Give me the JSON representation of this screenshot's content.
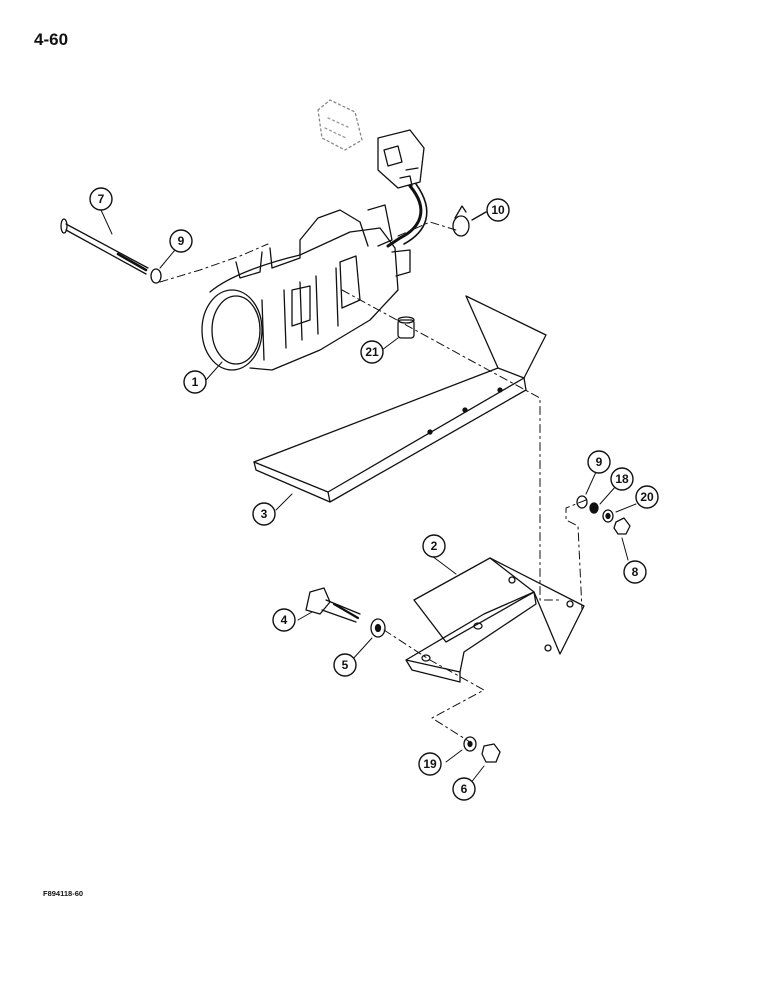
{
  "page": {
    "number": "4-60",
    "figure_code": "F894118-60"
  },
  "callouts": [
    {
      "id": "callout-7",
      "label": "7"
    },
    {
      "id": "callout-9-top",
      "label": "9"
    },
    {
      "id": "callout-10",
      "label": "10"
    },
    {
      "id": "callout-21",
      "label": "21"
    },
    {
      "id": "callout-1",
      "label": "1"
    },
    {
      "id": "callout-3",
      "label": "3"
    },
    {
      "id": "callout-9-right",
      "label": "9"
    },
    {
      "id": "callout-18",
      "label": "18"
    },
    {
      "id": "callout-20",
      "label": "20"
    },
    {
      "id": "callout-8",
      "label": "8"
    },
    {
      "id": "callout-2",
      "label": "2"
    },
    {
      "id": "callout-4",
      "label": "4"
    },
    {
      "id": "callout-5",
      "label": "5"
    },
    {
      "id": "callout-19",
      "label": "19"
    },
    {
      "id": "callout-6",
      "label": "6"
    }
  ]
}
